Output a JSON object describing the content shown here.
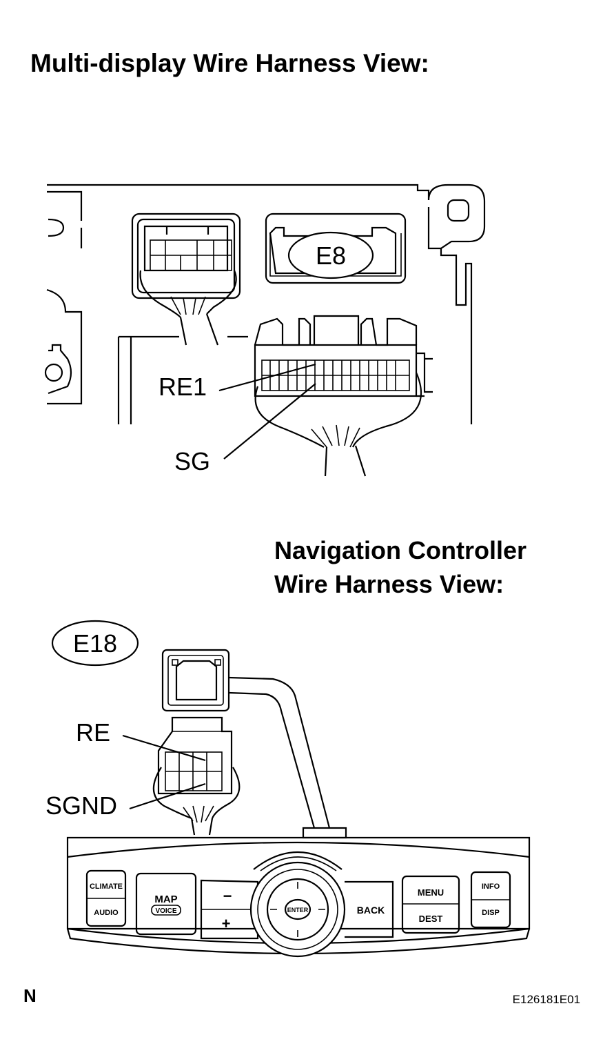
{
  "titles": {
    "multi_display": "Multi-display Wire Harness View:",
    "nav_controller_line1": "Navigation Controller",
    "nav_controller_line2": "Wire Harness View:"
  },
  "connectors": {
    "multi_display": "E8",
    "nav_controller": "E18"
  },
  "terminals": {
    "re1": "RE1",
    "sg": "SG",
    "re": "RE",
    "sgnd": "SGND"
  },
  "controller_buttons": {
    "climate": "CLIMATE",
    "audio": "AUDIO",
    "map": "MAP",
    "voice": "VOICE",
    "minus": "−",
    "plus": "+",
    "enter": "ENTER",
    "back": "BACK",
    "menu": "MENU",
    "dest": "DEST",
    "info": "INFO",
    "disp": "DISP"
  },
  "footer": {
    "orientation": "N",
    "figure_id": "E126181E01"
  }
}
